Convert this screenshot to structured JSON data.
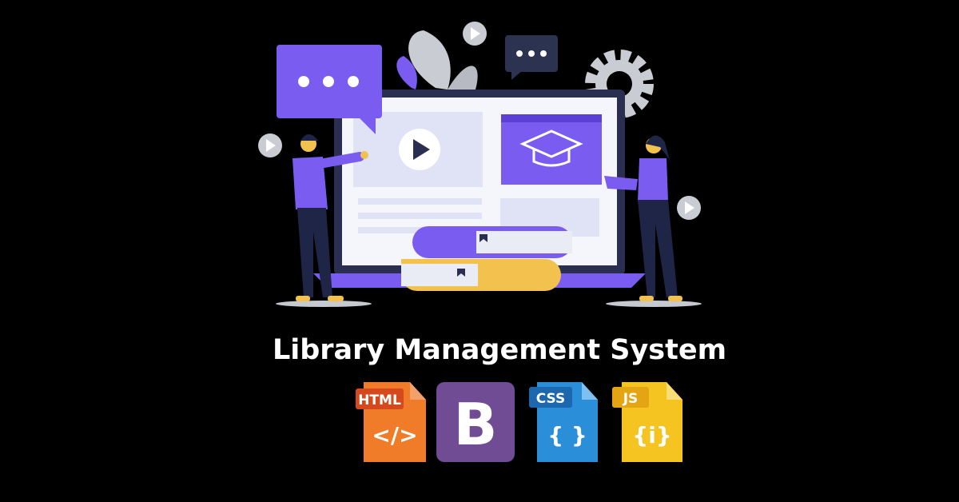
{
  "heading": {
    "title": "Library Management System"
  },
  "badges": {
    "html": {
      "label": "HTML",
      "glyph": "</>",
      "color": "#f06a24"
    },
    "bootstrap": {
      "label": "B",
      "color": "#6f4c93"
    },
    "css": {
      "label": "CSS",
      "glyph": "{ }",
      "color": "#2a8fd8"
    },
    "js": {
      "label": "JS",
      "glyph": "{i}",
      "color": "#f5c420"
    }
  },
  "colors": {
    "accent": "#7b5cf0",
    "background": "#000000",
    "book_yellow": "#f2c14e",
    "navy": "#1f2547"
  }
}
